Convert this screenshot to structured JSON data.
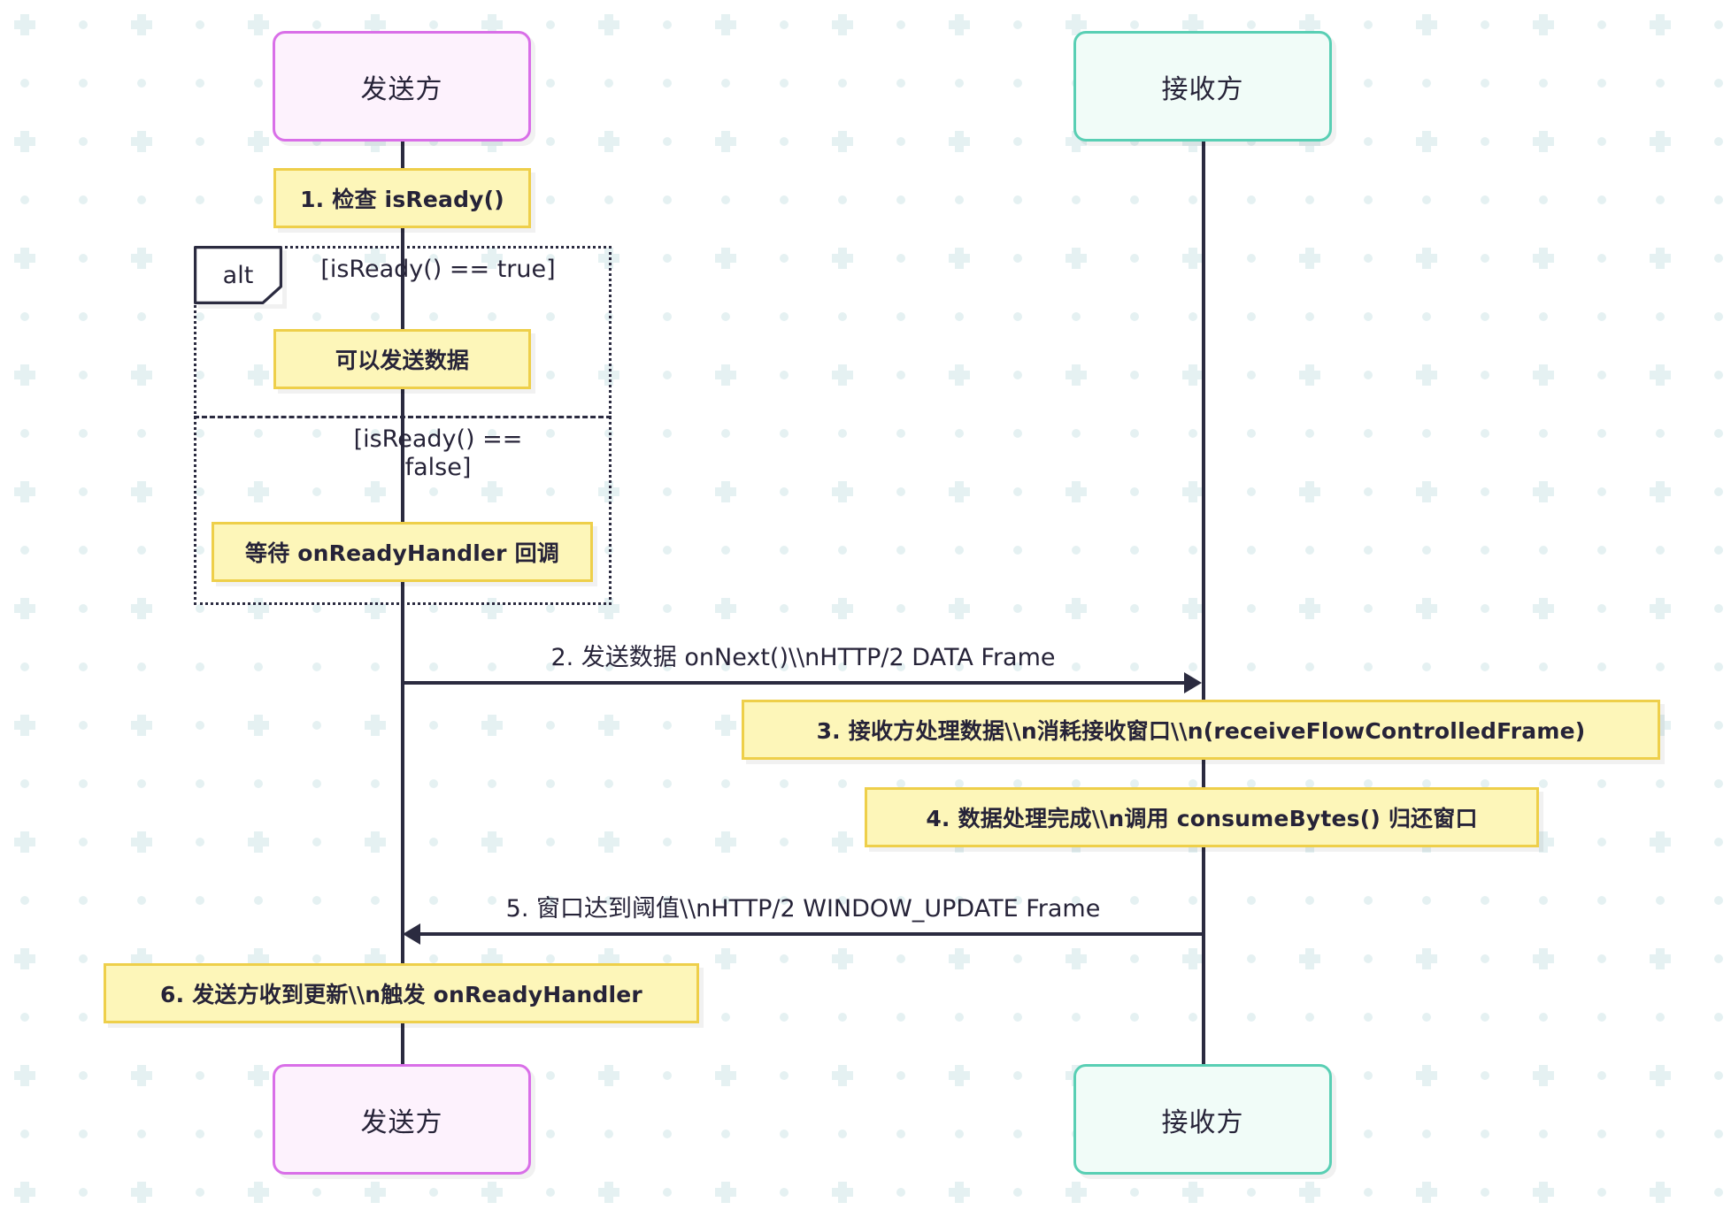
{
  "diagram": {
    "type": "sequence-diagram",
    "background_color": "#ffffff",
    "pattern_color": "#e3f0f1"
  },
  "participants": [
    {
      "id": "sender",
      "label": "发送方",
      "border_color": "#d96fe8",
      "fill_color": "#fdf2fd"
    },
    {
      "id": "receiver",
      "label": "接收方",
      "border_color": "#59cfb4",
      "fill_color": "#f1fcf8"
    }
  ],
  "notes": [
    {
      "id": "note-1",
      "text": "1. 检查 isReady()"
    },
    {
      "id": "note-2",
      "text": "可以发送数据"
    },
    {
      "id": "note-3",
      "text": "等待 onReadyHandler 回调"
    },
    {
      "id": "note-4",
      "text": "3. 接收方处理数据\\\\n消耗接收窗口\\\\n(receiveFlowControlledFrame)"
    },
    {
      "id": "note-5",
      "text": "4. 数据处理完成\\\\n调用 consumeBytes() 归还窗口"
    },
    {
      "id": "note-6",
      "text": "6. 发送方收到更新\\\\n触发 onReadyHandler"
    }
  ],
  "alt_block": {
    "tag": "alt",
    "conditions": [
      {
        "id": "cond-true",
        "text": "[isReady() == true]"
      },
      {
        "id": "cond-false",
        "line1": "[isReady() ==",
        "line2": "false]"
      }
    ]
  },
  "messages": [
    {
      "id": "message-2",
      "label": "2. 发送数据 onNext()\\\\nHTTP/2 DATA Frame",
      "direction": "right",
      "from": "sender",
      "to": "receiver",
      "style": "solid"
    },
    {
      "id": "message-5",
      "label": "5. 窗口达到阈值\\\\nHTTP/2 WINDOW_UPDATE Frame",
      "direction": "left",
      "from": "receiver",
      "to": "sender",
      "style": "solid"
    }
  ],
  "colors": {
    "line": "#2b2b40",
    "note_fill": "#fdf6b9",
    "note_border": "#eecf4a",
    "text": "#262338"
  }
}
